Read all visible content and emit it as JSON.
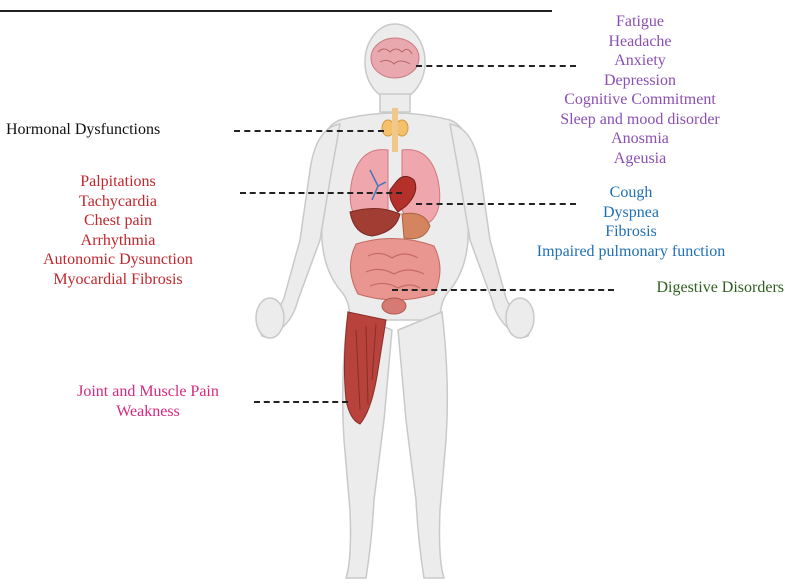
{
  "neuro": {
    "color": "#8a4fb3",
    "lines": [
      "Fatigue",
      "Headache",
      "Anxiety",
      "Depression",
      "Cognitive Commitment",
      "Sleep and mood disorder",
      "Anosmia",
      "Ageusia"
    ]
  },
  "hormonal": {
    "color": "#111111",
    "label": "Hormonal Dysfunctions"
  },
  "cardiac": {
    "color": "#c0272d",
    "lines": [
      "Palpitations",
      "Tachycardia",
      "Chest pain",
      "Arrhythmia",
      "Autonomic Dysunction",
      "Myocardial Fibrosis"
    ]
  },
  "respiratory": {
    "color": "#1f6fb5",
    "lines": [
      "Cough",
      "Dyspnea",
      "Fibrosis",
      "Impaired pulmonary function"
    ]
  },
  "digestive": {
    "color": "#2e5e1f",
    "label": "Digestive Disorders"
  },
  "musculo": {
    "color": "#d6287f",
    "lines": [
      "Joint and Muscle Pain",
      "Weakness"
    ]
  },
  "colors": {
    "skin": "#ececec",
    "outline": "#c9c9c9",
    "brain": "#e8a8ad",
    "lung": "#f0a6ad",
    "thyroid": "#f4c06a",
    "liver": "#a23d33",
    "heart": "#b3302b",
    "intestine": "#e8968f",
    "muscle": "#b8433c",
    "vessel": "#4a74b8"
  }
}
